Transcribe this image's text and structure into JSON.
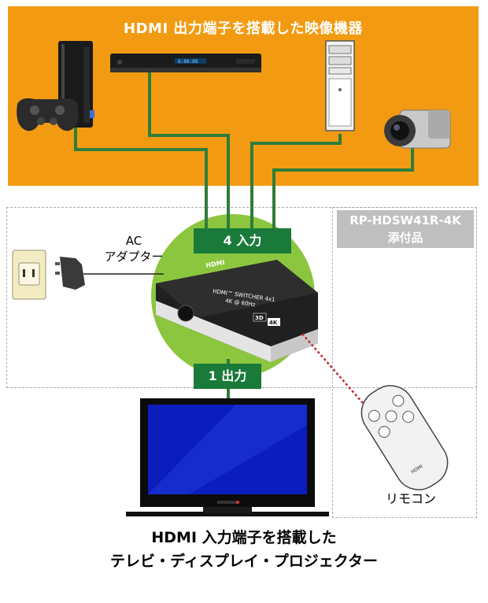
{
  "header": {
    "title": "HDMI 出力端子を搭載した映像機器"
  },
  "badge": {
    "model": "RP-HDSW41R-4K",
    "included": "添付品"
  },
  "labels": {
    "inputs": "4 入力",
    "output": "1 出力",
    "ac_line1": "AC",
    "ac_line2": "アダプター",
    "remote": "リモコン"
  },
  "switcher": {
    "brand": "HDMI",
    "model_text": "HDMI™ SWITCHER 4x1",
    "spec_text": "4K @ 60Hz",
    "badge_3d": "3D",
    "badge_4k": "4K"
  },
  "footer": {
    "line1": "HDMI 入力端子を搭載した",
    "line2": "テレビ・ディスプレイ・プロジェクター"
  },
  "colors": {
    "orange": "#f29b12",
    "green_cable": "#2f7d3a",
    "green_circle": "#8cc63f",
    "label_green": "#1a7a3a",
    "remote_link": "#c0272d",
    "badge_gray": "#bfbfbf"
  }
}
